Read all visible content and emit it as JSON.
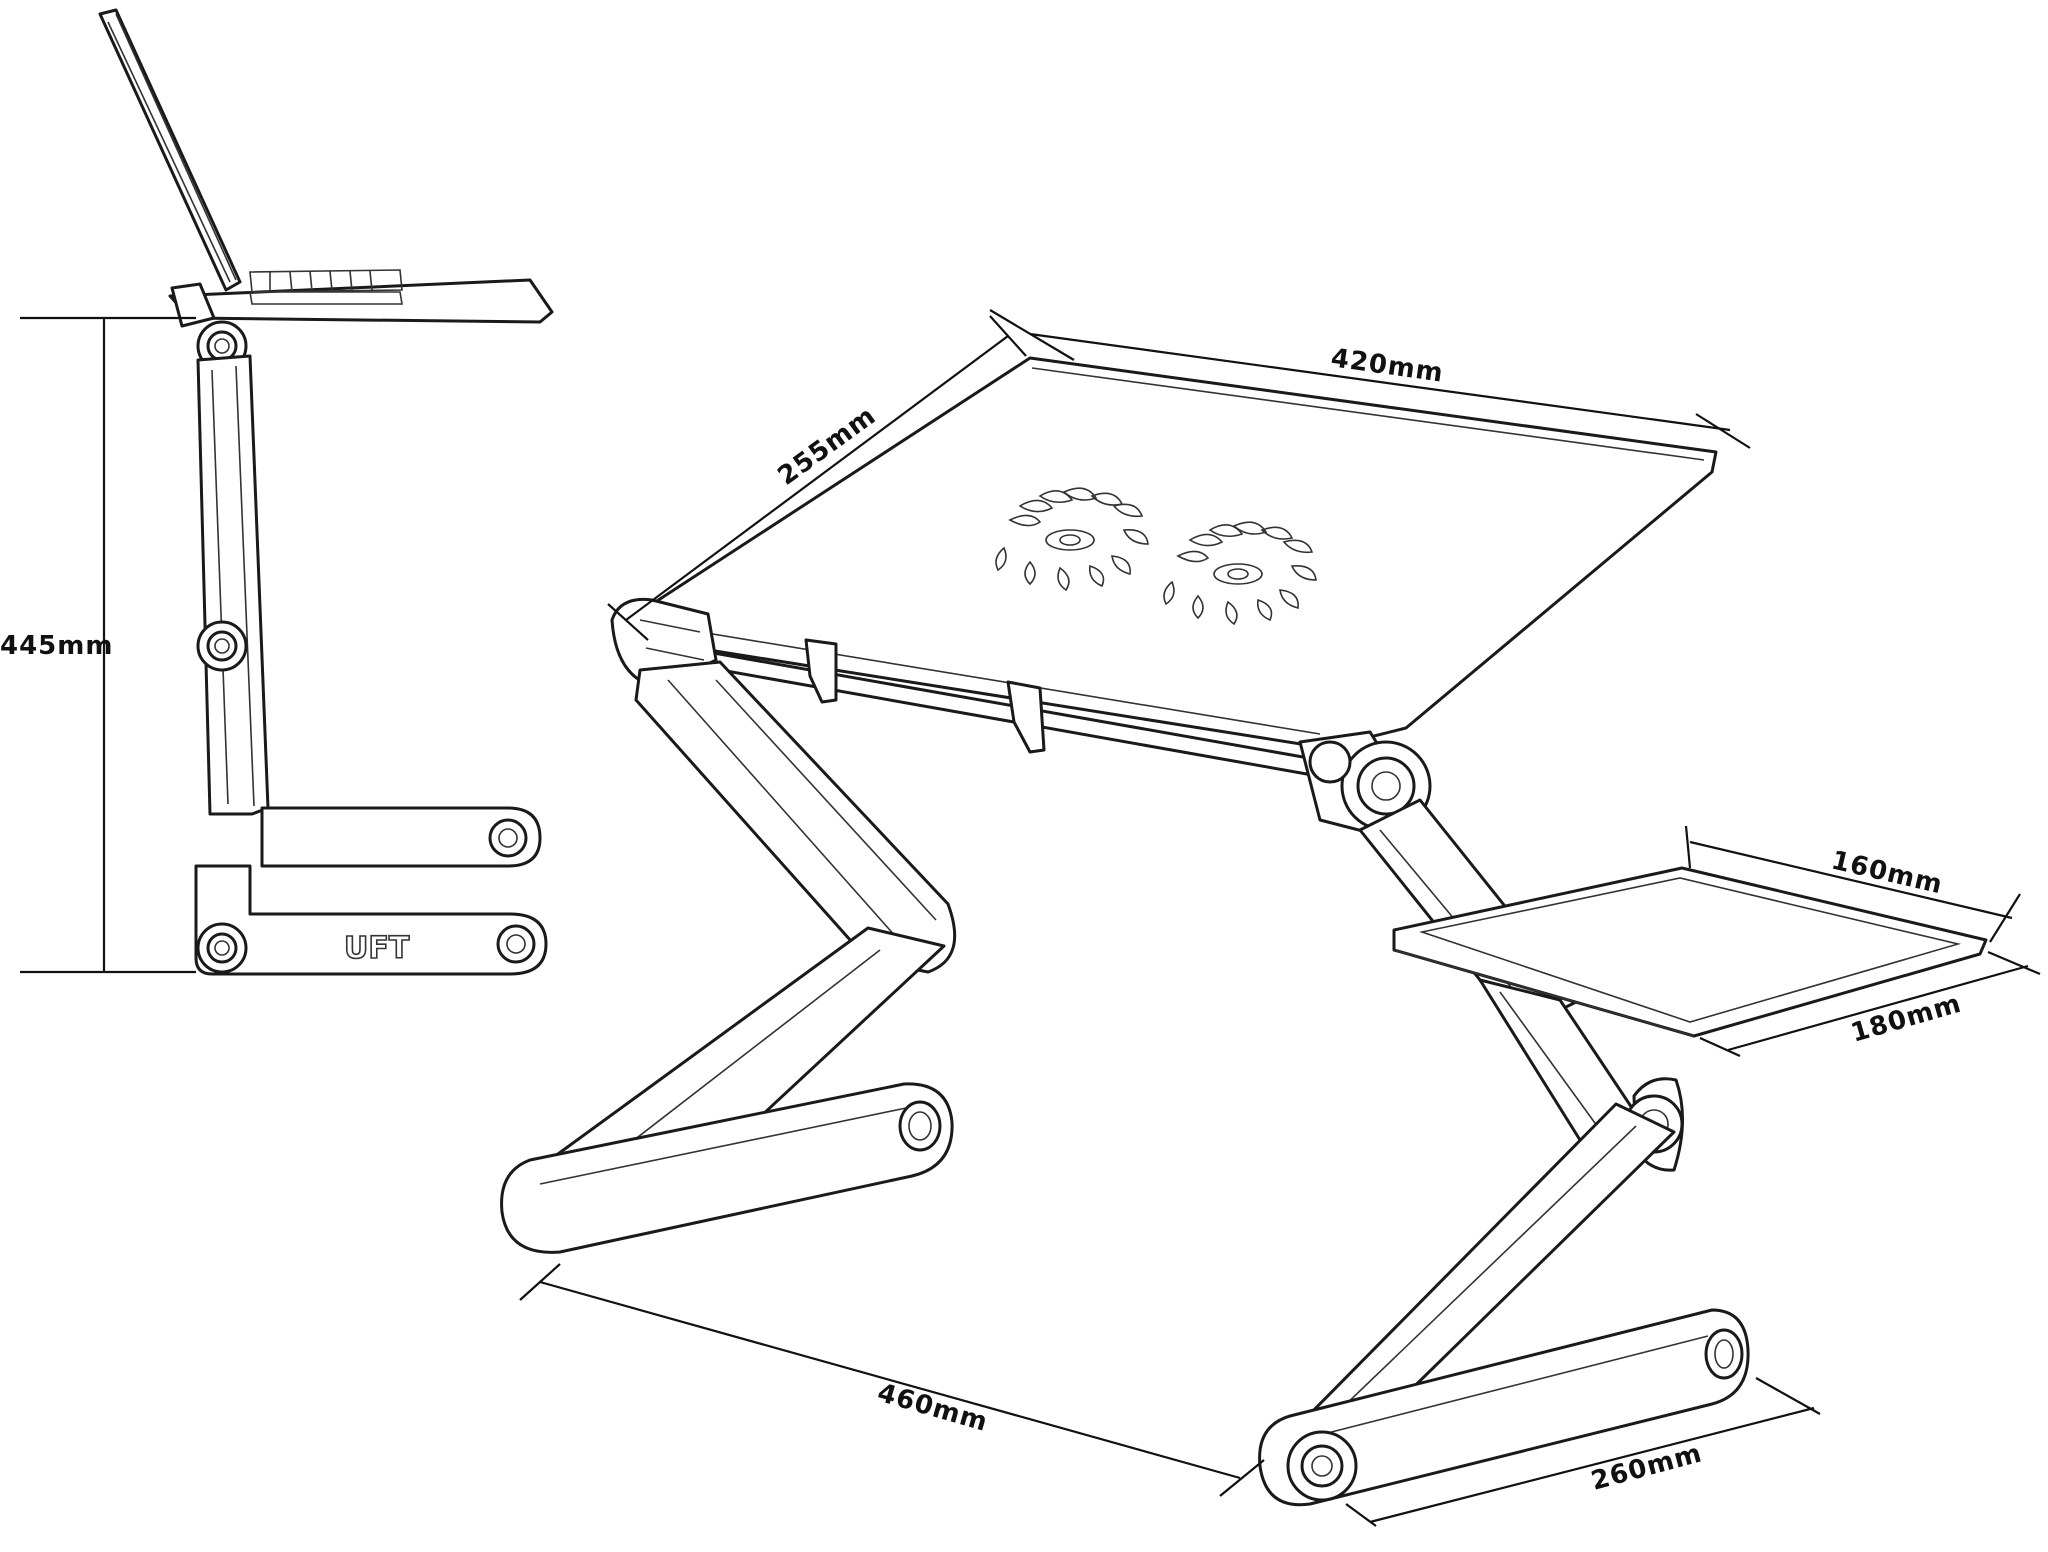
{
  "side_view": {
    "height_label": "445mm",
    "logo_text": "UFT"
  },
  "main_view": {
    "top_depth_label": "255mm",
    "top_width_label": "420mm",
    "mouse_tray_width_label": "160mm",
    "mouse_tray_depth_label": "180mm",
    "base_length_label": "460mm",
    "base_width_label": "260mm"
  }
}
